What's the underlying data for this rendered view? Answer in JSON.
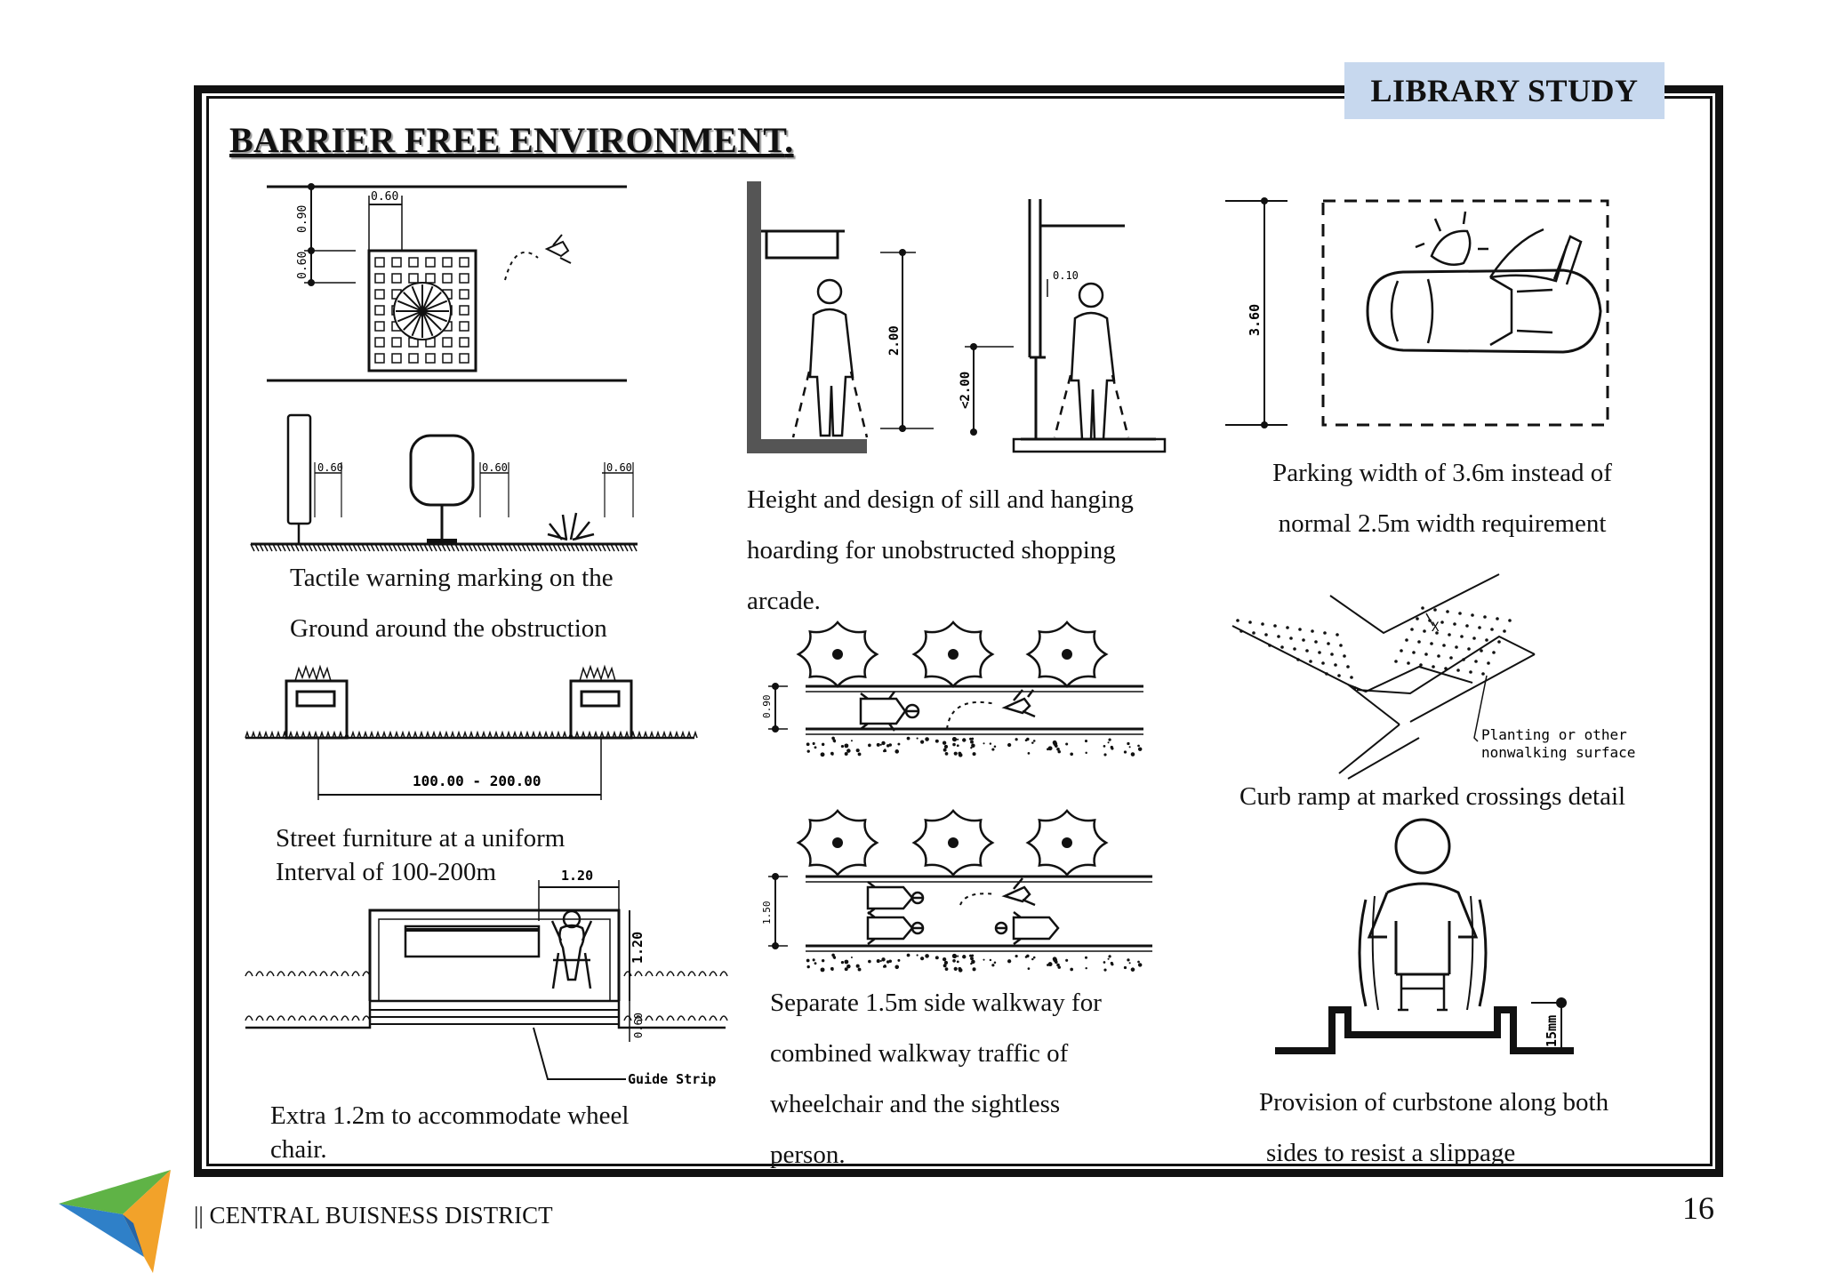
{
  "header": {
    "badge": "LIBRARY STUDY"
  },
  "page": {
    "title": "BARRIER FREE ENVIRONMENT",
    "title_suffix": "."
  },
  "figures": {
    "tactile_plan": {
      "dim_top": "0.60",
      "dim_left_a": "0.90",
      "dim_left_b": "0.60"
    },
    "tactile_elev": {
      "dim_1": "0.60",
      "dim_2": "0.60",
      "dim_3": "0.60"
    },
    "street_furniture": {
      "dim": "100.00 - 200.00"
    },
    "kiosk": {
      "dim_top": "1.20",
      "dim_right": "1.20",
      "dim_small": "0.60",
      "label": "Guide Strip"
    },
    "sill": {
      "dim_a": "2.00",
      "dim_b": "<2.00",
      "dim_c": "0.10"
    },
    "walkway_a": {
      "dim": "0.90"
    },
    "walkway_b": {
      "dim": "1.50"
    },
    "parking": {
      "dim": "3.60"
    },
    "curb_ramp": {
      "label_1": "Planting or other",
      "label_2": "nonwalking surface",
      "mark": "X"
    },
    "curbstone": {
      "dim": "15mm"
    }
  },
  "captions": {
    "tactile_1": "Tactile warning marking on the",
    "tactile_2": "Ground around the  obstruction",
    "street_1": "Street furniture at a uniform",
    "street_2": "Interval of 100-200m",
    "wheel_1": "Extra 1.2m to accommodate wheel",
    "wheel_2": "chair.",
    "sill_1": "Height and design of sill and hanging",
    "sill_2": "hoarding for unobstructed shopping",
    "sill_3": "arcade.",
    "walk_1": "Separate 1.5m side walkway for",
    "walk_2": "combined walkway traffic of",
    "walk_3": "wheelchair and the sightless",
    "walk_4": "person.",
    "park_1": "Parking width of 3.6m instead of",
    "park_2": "normal 2.5m width requirement",
    "curb": "Curb ramp at marked crossings detail",
    "curbstone_1": "Provision of curbstone along both",
    "curbstone_2": "sides to resist a slippage"
  },
  "footer": {
    "text": "|| CENTRAL BUISNESS DISTRICT",
    "page_number": "16"
  },
  "colors": {
    "badge_bg": "#c7d8ee",
    "frame": "#111111",
    "logo_green": "#5fb346",
    "logo_blue": "#2f80c8",
    "logo_orange": "#f2a22a"
  }
}
